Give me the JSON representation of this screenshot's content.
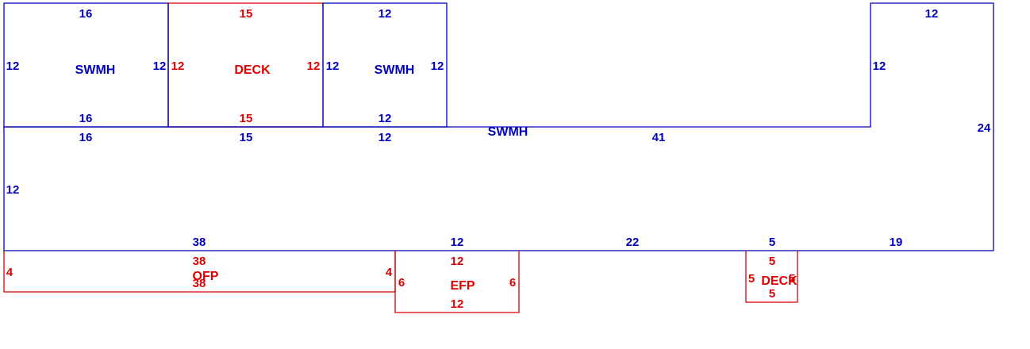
{
  "colors": {
    "structure": "#0000bb",
    "addition": "#dd0000",
    "background": "#ffffff"
  },
  "labels": {
    "swmh_left": "SWMH",
    "deck_top": "DECK",
    "swmh_middle": "SWMH",
    "swmh_main": "SWMH",
    "ofp": "OFP",
    "efp": "EFP",
    "deck_small": "DECK"
  },
  "dims": {
    "swmh_left_top": "16",
    "swmh_left_left": "12",
    "swmh_left_right": "12",
    "swmh_left_bottom": "16",
    "deck_top_top": "15",
    "deck_top_left": "12",
    "deck_top_right": "12",
    "deck_top_bottom": "15",
    "swmh_mid_top": "12",
    "swmh_mid_left": "12",
    "swmh_mid_right": "12",
    "swmh_mid_bottom": "12",
    "right_wing_top": "12",
    "right_wing_left": "12",
    "right_side": "24",
    "main_top_1": "16",
    "main_top_2": "15",
    "main_top_3": "12",
    "main_top_4": "41",
    "main_left": "12",
    "main_bottom_1": "38",
    "main_bottom_2": "12",
    "main_bottom_3": "22",
    "main_bottom_4": "5",
    "main_bottom_5": "19",
    "ofp_top": "38",
    "ofp_left": "4",
    "ofp_right": "4",
    "ofp_bottom": "38",
    "efp_top": "12",
    "efp_left": "6",
    "efp_right": "6",
    "efp_bottom": "12",
    "deck_small_top": "5",
    "deck_small_left": "5",
    "deck_small_right": "5",
    "deck_small_bottom": "5"
  }
}
